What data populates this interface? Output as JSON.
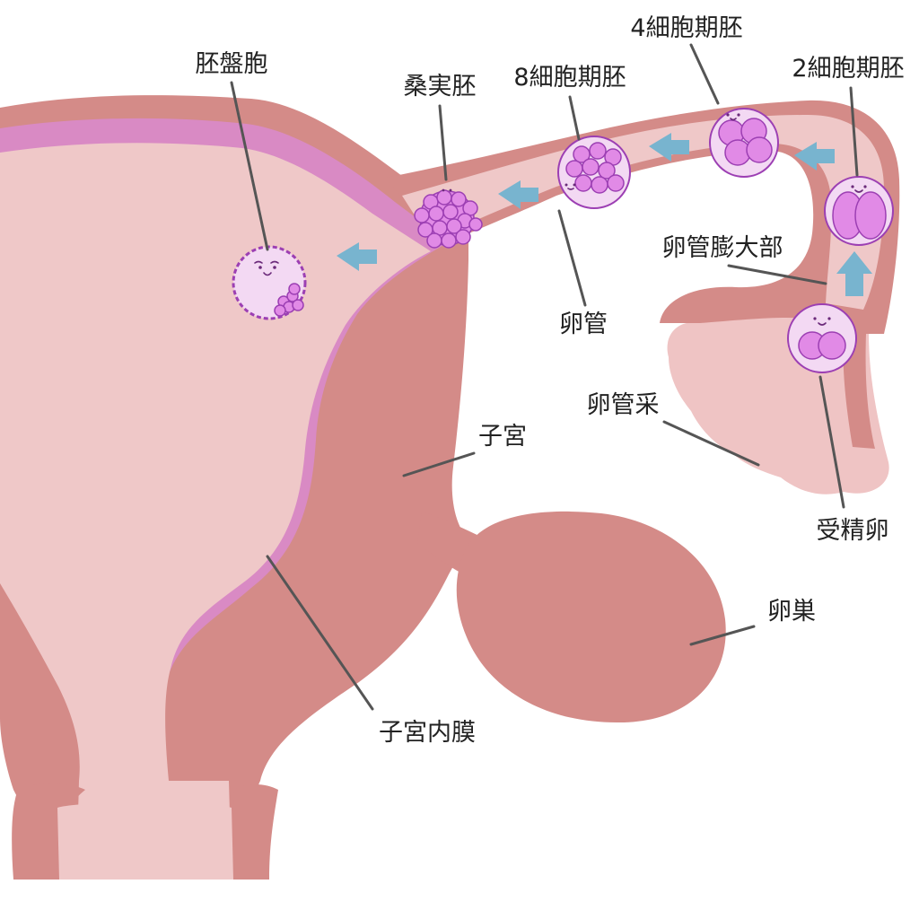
{
  "labels": {
    "blastocyst": "胚盤胞",
    "morula": "桑実胚",
    "eight_cell": "8細胞期胚",
    "four_cell": "4細胞期胚",
    "two_cell": "2細胞期胚",
    "ampulla": "卵管膨大部",
    "oviduct": "卵管",
    "fimbria": "卵管采",
    "uterus": "子宮",
    "fertilized_egg": "受精卵",
    "ovary": "卵巣",
    "endometrium": "子宮内膜"
  },
  "colors": {
    "wall": "#d48b88",
    "lining": "#d98ac4",
    "lumen": "#efc8c8",
    "fimbria": "#efc4c4",
    "cell_fill": "#f3d9f3",
    "blastomere": "#e18ae6",
    "arrow": "#78b4cf"
  }
}
